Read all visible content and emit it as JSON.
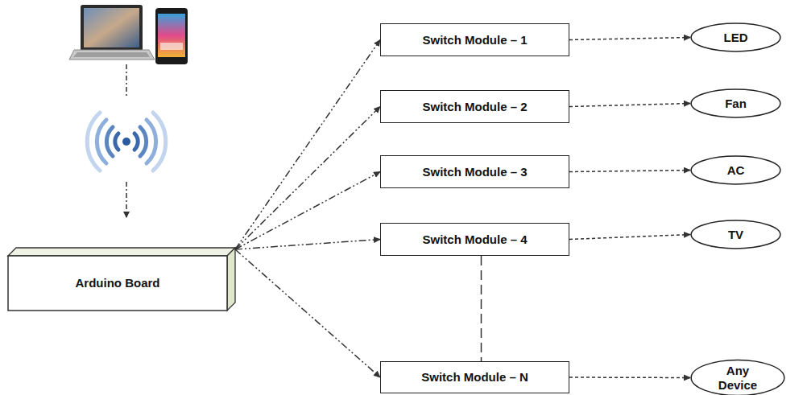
{
  "diagram": {
    "nodes": [
      {
        "text": [
          "Arduino Board"
        ]
      },
      {
        "text": [
          "Switch Module – 1"
        ]
      },
      {
        "text": [
          "Switch Module – 2"
        ]
      },
      {
        "text": [
          "Switch Module – 3"
        ]
      },
      {
        "text": [
          "Switch Module – 4"
        ]
      },
      {
        "text": [
          "Switch Module – N"
        ]
      },
      {
        "text": [
          "LED"
        ]
      },
      {
        "text": [
          "Fan"
        ]
      },
      {
        "text": [
          "AC"
        ]
      },
      {
        "text": [
          "TV"
        ]
      },
      {
        "text": [
          "Any Device"
        ]
      }
    ],
    "edges": [
      {
        "from": 0,
        "to": 1,
        "arrow": "to"
      },
      {
        "from": 0,
        "to": 2,
        "arrow": "to"
      },
      {
        "from": 0,
        "to": 3,
        "arrow": "to"
      },
      {
        "from": 0,
        "to": 4,
        "arrow": "to"
      },
      {
        "from": 0,
        "to": 5,
        "arrow": "to"
      },
      {
        "from": 1,
        "to": 6,
        "arrow": "to"
      },
      {
        "from": 2,
        "to": 7,
        "arrow": "to"
      },
      {
        "from": 3,
        "to": 8,
        "arrow": "to"
      },
      {
        "from": 4,
        "to": 9,
        "arrow": "to"
      },
      {
        "from": 5,
        "to": 10,
        "arrow": "to"
      },
      {
        "from": 4,
        "to": 5,
        "arrow": "none"
      }
    ]
  }
}
